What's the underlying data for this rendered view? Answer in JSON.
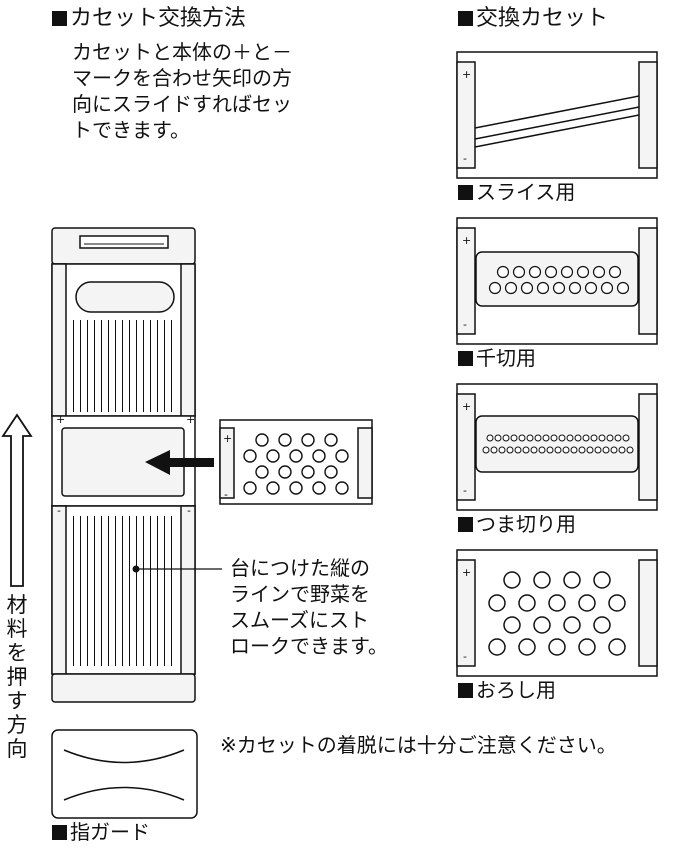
{
  "left_title": "カセット交換方法",
  "instruction_lines": [
    "カセットと本体の＋と－",
    "マークを合わせ矢印の方",
    "向にスライドすればセッ",
    "トできます。"
  ],
  "right_title": "交換カセット",
  "cassettes": [
    {
      "label": "スライス用",
      "type": "slice-blade"
    },
    {
      "label": "千切用",
      "type": "julienne-medium"
    },
    {
      "label": "つま切り用",
      "type": "julienne-fine"
    },
    {
      "label": "おろし用",
      "type": "grater-holes"
    }
  ],
  "plus_mark": "+",
  "minus_mark": "-",
  "callout_lines": [
    "台につけた縦の",
    "ラインで野菜を",
    "スムーズにスト",
    "ロークできます。"
  ],
  "push_direction": "材料を押す方向",
  "caution": "※カセットの着脱には十分ご注意ください。",
  "finger_guard_label": "指ガード",
  "colors": {
    "ink": "#111111",
    "panel": "#f4f4f4"
  }
}
